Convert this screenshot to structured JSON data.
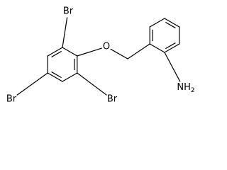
{
  "molecule": {
    "labels": {
      "br_top": "Br",
      "br_left": "Br",
      "br_right": "Br",
      "oxygen": "O",
      "amine": "NH2"
    }
  }
}
